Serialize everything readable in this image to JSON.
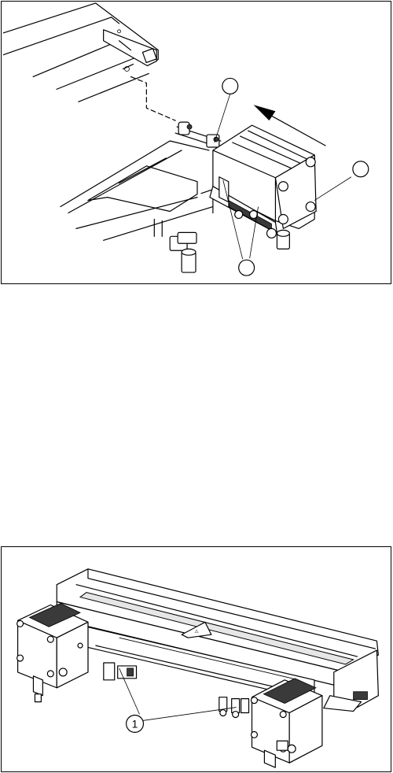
{
  "figure_top": {
    "callouts": [
      {
        "id": "top-callout-a",
        "label": ""
      },
      {
        "id": "top-callout-b",
        "label": ""
      },
      {
        "id": "top-callout-c",
        "label": ""
      }
    ],
    "arrow_direction": "upper-left"
  },
  "figure_bottom": {
    "callouts": [
      {
        "id": "bottom-callout-1",
        "label": "1"
      }
    ]
  }
}
